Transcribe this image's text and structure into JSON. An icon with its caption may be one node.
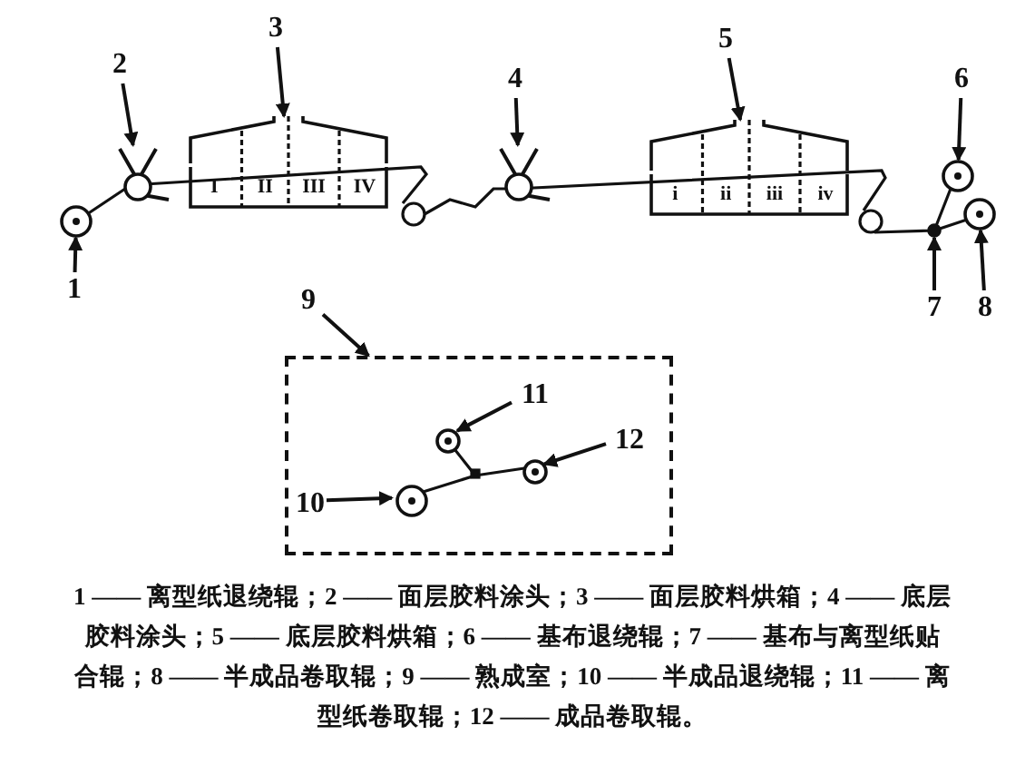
{
  "diagram": {
    "caption": "1 —— 离型纸退绕辊；2 —— 面层胶料涂头；3 —— 面层胶料烘箱；4 —— 底层胶料涂头；5 —— 底层胶料烘箱；6 —— 基布退绕辊；7 —— 基布与离型纸贴合辊；8 —— 半成品卷取辊；9 —— 熟成室；10 —— 半成品退绕辊；11 —— 离型纸卷取辊；12 —— 成品卷取辊。",
    "nodes": [
      {
        "text": [
          "3"
        ]
      },
      {
        "text": [
          "5"
        ]
      },
      {
        "text": [
          "2"
        ]
      },
      {
        "text": [
          "4"
        ]
      },
      {
        "text": [
          "6"
        ]
      },
      {
        "text": [
          "I",
          "II",
          "III",
          "IV"
        ]
      },
      {
        "text": [
          "i",
          "ii",
          "iii",
          "iv"
        ]
      },
      {
        "text": [],
        "shape": "circle"
      },
      {
        "text": [],
        "shape": "circle"
      },
      {
        "text": [],
        "shape": "circle"
      },
      {
        "text": [],
        "shape": "circle"
      },
      {
        "text": [],
        "shape": "circle"
      },
      {
        "text": [],
        "shape": "circle"
      },
      {
        "text": [
          "1"
        ]
      },
      {
        "text": [
          "7"
        ]
      },
      {
        "text": [
          "8"
        ]
      },
      {
        "text": [
          "9"
        ]
      },
      {
        "text": [],
        "shape": "box"
      },
      {
        "text": [
          "11"
        ],
        "in": 17
      },
      {
        "text": [],
        "shape": "circle",
        "in": 17
      },
      {
        "text": [
          "12"
        ],
        "in": 17
      },
      {
        "text": [],
        "shape": "circle",
        "in": 17
      },
      {
        "text": [
          "10"
        ],
        "in": 17
      },
      {
        "text": [],
        "shape": "circle",
        "in": 17
      }
    ],
    "edges": [
      {
        "from": 0,
        "to": 5,
        "arrow": "to"
      },
      {
        "from": 1,
        "to": 6,
        "arrow": "to"
      },
      {
        "from": 2,
        "to": 7,
        "arrow": "to"
      },
      {
        "from": 3,
        "to": 8,
        "arrow": "to"
      },
      {
        "from": 4,
        "to": 9,
        "arrow": "to"
      },
      {
        "from": 13,
        "to": 10,
        "arrow": "to"
      },
      {
        "from": 14,
        "to": 11,
        "arrow": "to"
      },
      {
        "from": 15,
        "to": 12,
        "arrow": "to"
      },
      {
        "from": 16,
        "to": 17,
        "arrow": "to"
      },
      {
        "from": 18,
        "to": 19,
        "arrow": "to"
      },
      {
        "from": 20,
        "to": 21,
        "arrow": "to"
      },
      {
        "from": 22,
        "to": 23,
        "arrow": "to"
      }
    ]
  }
}
